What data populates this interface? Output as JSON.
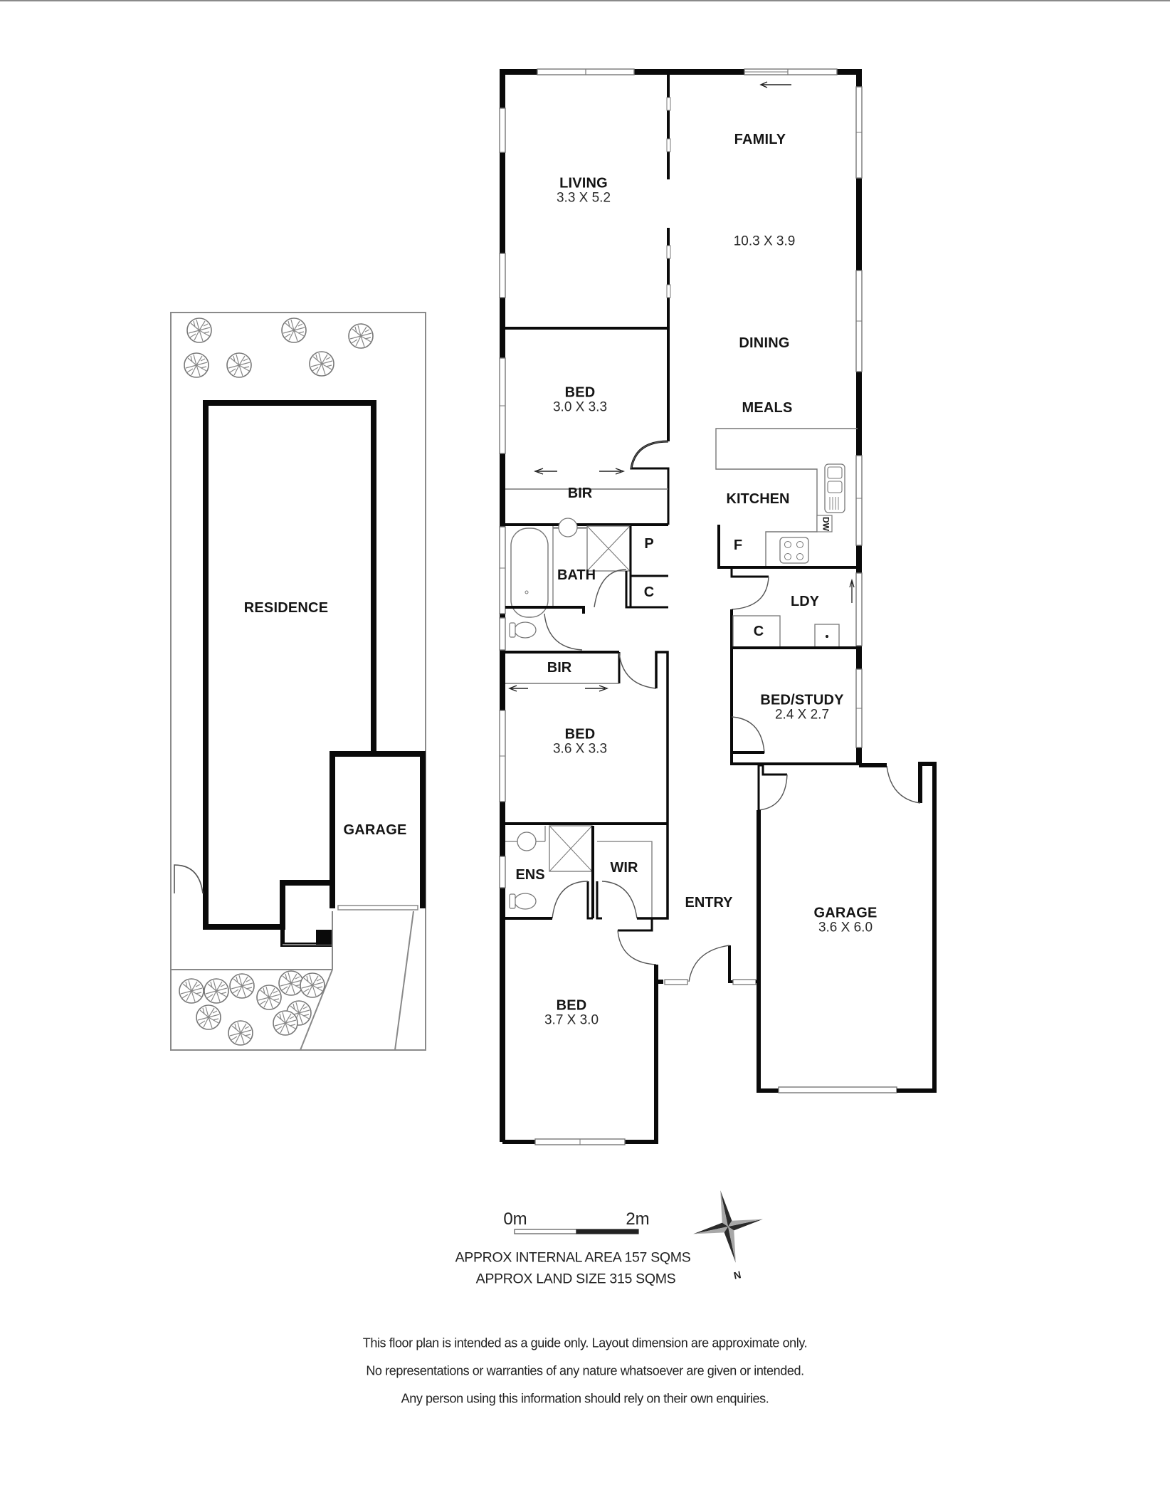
{
  "site_plan": {
    "labels": {
      "residence": "RESIDENCE",
      "garage": "GARAGE"
    }
  },
  "floor_plan": {
    "rooms": {
      "living": {
        "name": "LIVING",
        "dims": "3.3 X 5.2"
      },
      "family": {
        "name": "FAMILY",
        "dims": "10.3 X 3.9"
      },
      "dining": {
        "name": "DINING"
      },
      "meals": {
        "name": "MEALS"
      },
      "bed1": {
        "name": "BED",
        "dims": "3.0 X 3.3"
      },
      "bir1": {
        "name": "BIR"
      },
      "kitchen": {
        "name": "KITCHEN"
      },
      "fridge": {
        "name": "F"
      },
      "dishwasher": {
        "name": "DW"
      },
      "pantry": {
        "name": "P"
      },
      "cupboard1": {
        "name": "C"
      },
      "bath": {
        "name": "BATH"
      },
      "laundry": {
        "name": "LDY"
      },
      "cupboard2": {
        "name": "C"
      },
      "bir2": {
        "name": "BIR"
      },
      "bed2": {
        "name": "BED",
        "dims": "3.6 X 3.3"
      },
      "bed_study": {
        "name": "BED/STUDY",
        "dims": "2.4 X 2.7"
      },
      "ensuite": {
        "name": "ENS"
      },
      "wir": {
        "name": "WIR"
      },
      "entry": {
        "name": "ENTRY"
      },
      "garage": {
        "name": "GARAGE",
        "dims": "3.6 X 6.0"
      },
      "bed3": {
        "name": "BED",
        "dims": "3.7 X 3.0"
      }
    }
  },
  "legend": {
    "scale_start": "0m",
    "scale_end": "2m",
    "internal_area": "APPROX INTERNAL AREA 157 SQMS",
    "land_size": "APPROX LAND SIZE 315 SQMS",
    "north_label": "N"
  },
  "disclaimer": [
    "This floor plan is intended as a guide only. Layout dimension are approximate only.",
    "No representations or warranties of any nature whatsoever are given or intended.",
    "Any person using this information should rely on their own enquiries."
  ],
  "colors": {
    "wall": "#0a0a0a",
    "fixture": "#6e6e6e",
    "window": "#7a7a7a",
    "top_rule": "#8a8a8a",
    "compass_dark": "#2b2b2b",
    "compass_light": "#a8a8a8"
  }
}
